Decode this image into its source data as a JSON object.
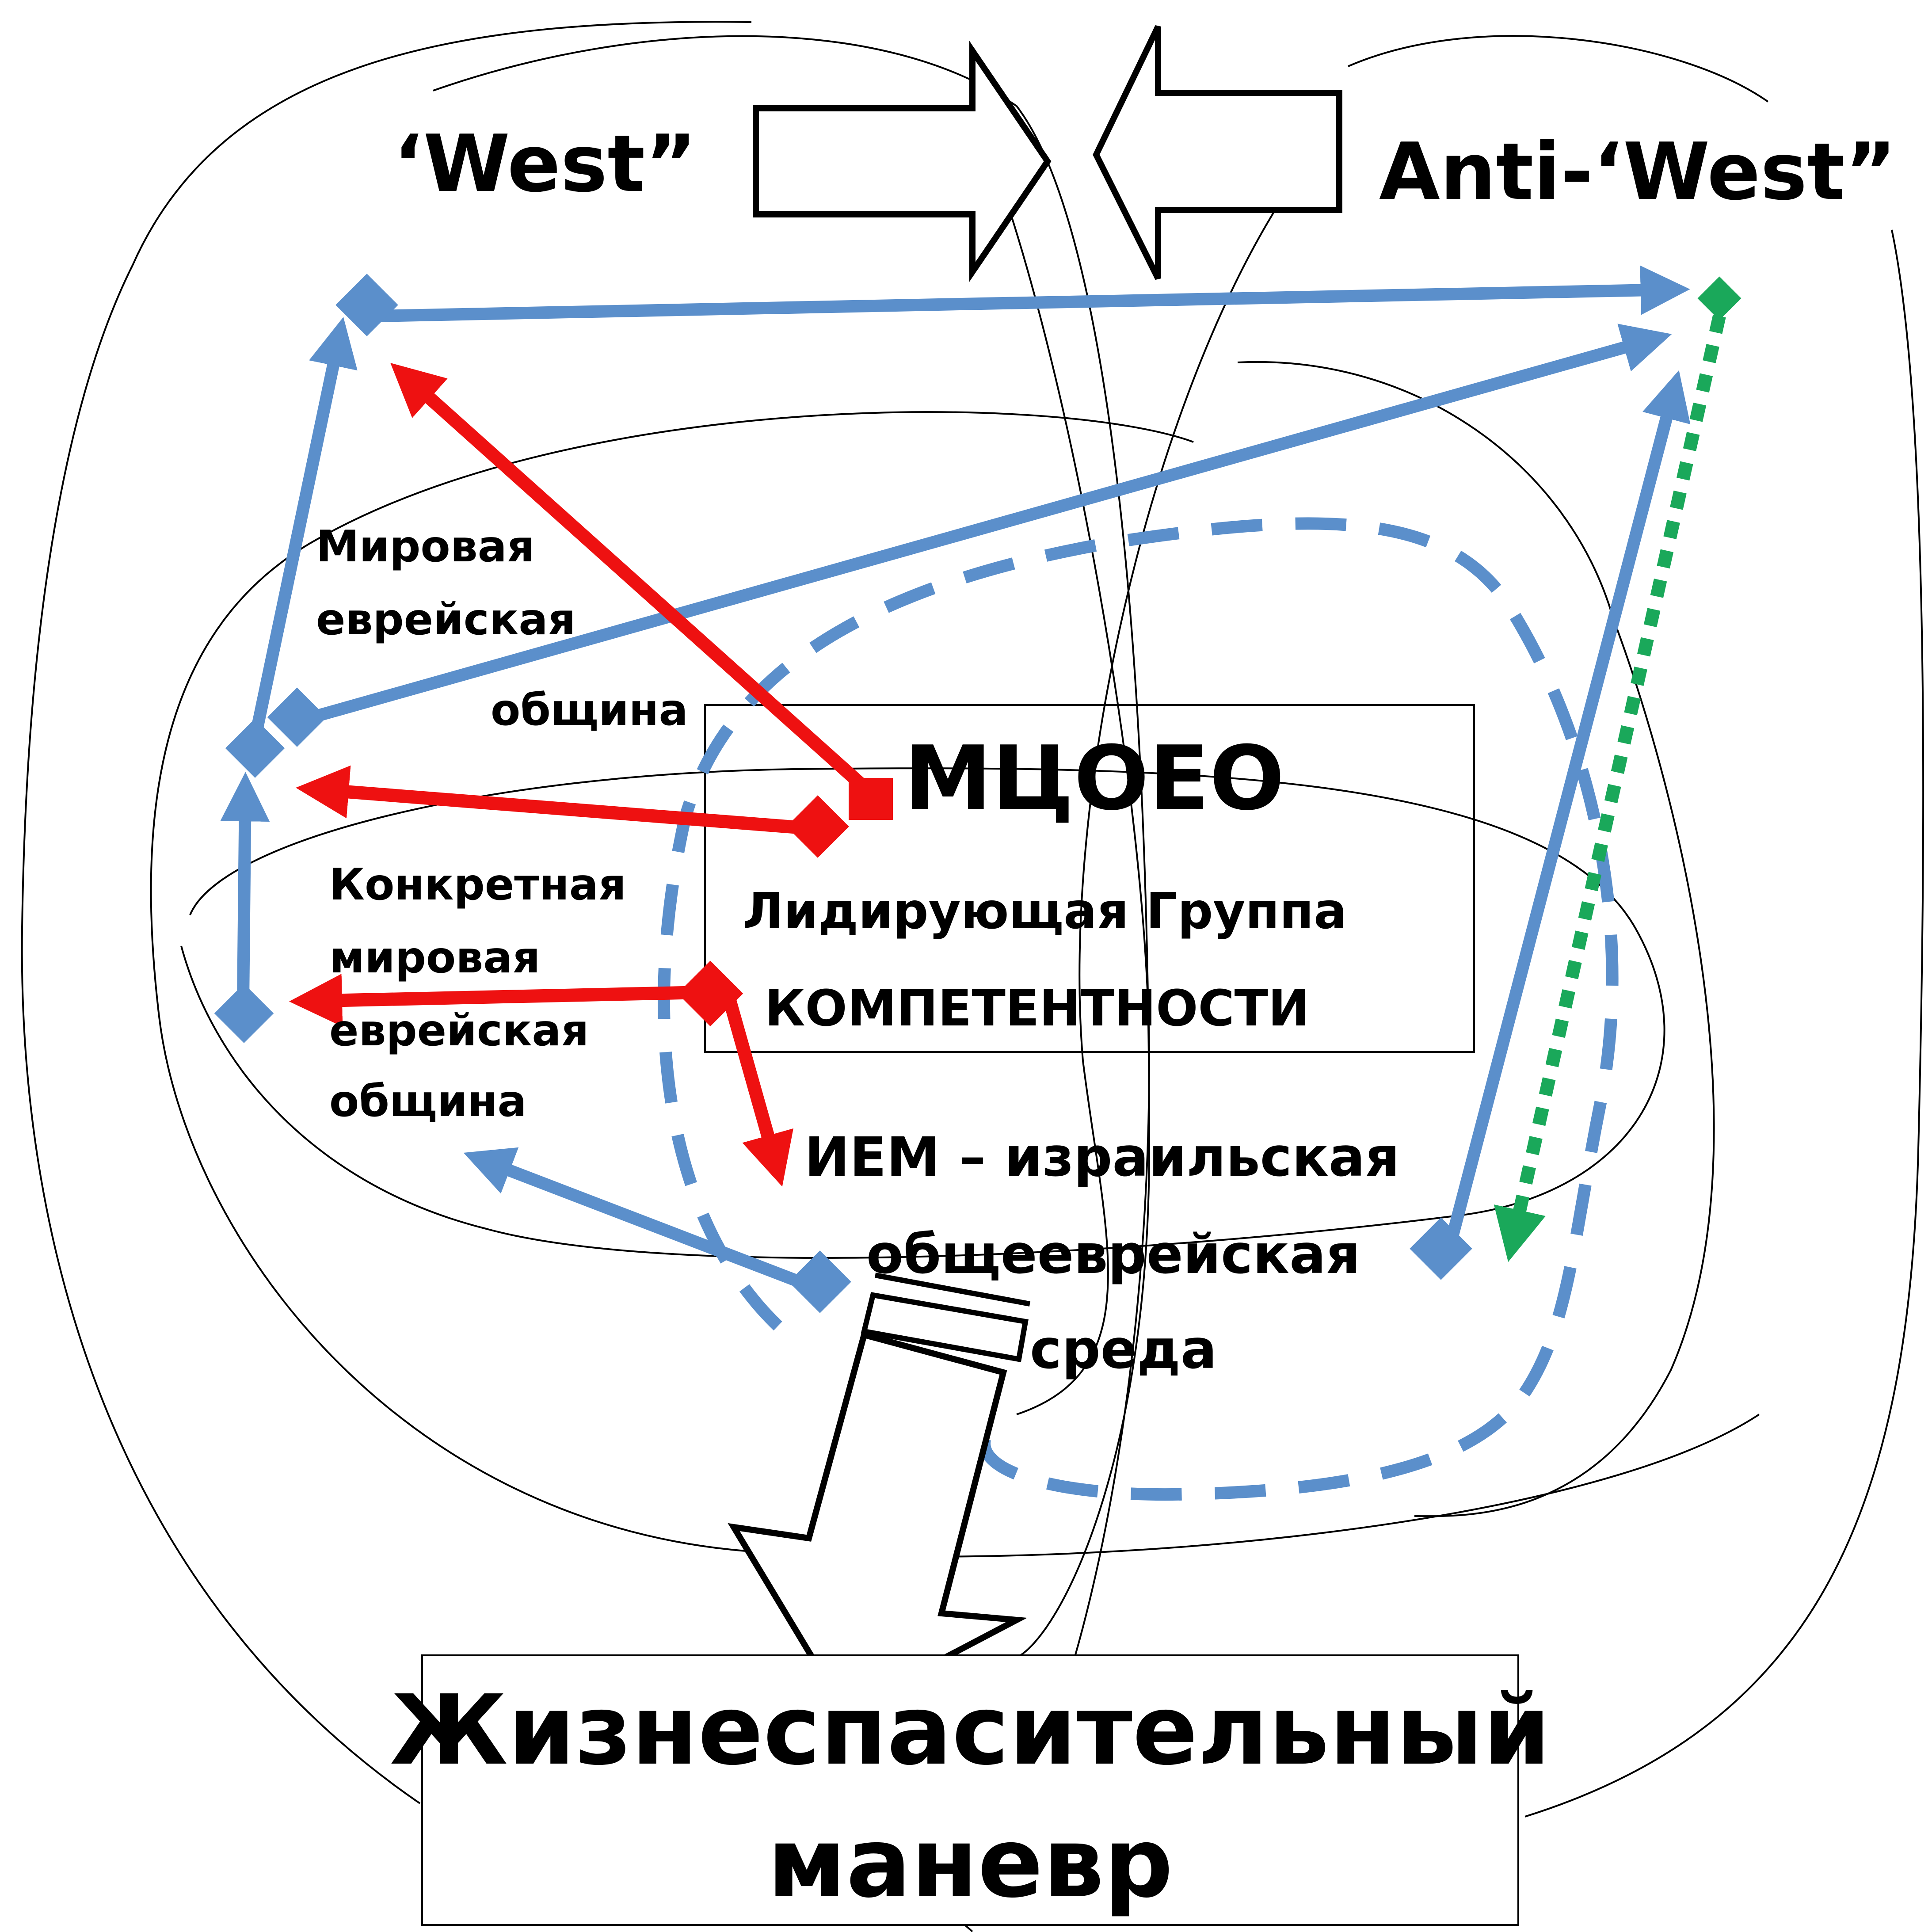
{
  "title_left": "‘West”",
  "title_right": "Anti-‘West”",
  "world_community_lines": [
    "Мировая",
    "еврейская",
    "община"
  ],
  "concrete_community_lines": [
    "Конкретная",
    "мировая",
    "еврейская",
    "община"
  ],
  "center": {
    "acronym": "МЦОЕО",
    "line1": "Лидирующая Группа",
    "line2": "КОМПЕТЕНТНОСТИ"
  },
  "iem_lines": [
    "ИЕМ – израильская",
    "общееврейская",
    "среда"
  ],
  "maneuver_lines": [
    "Жизнеспасительный",
    "маневр"
  ],
  "colors": {
    "blue": "#5b8fcb",
    "red": "#ee1111",
    "green": "#1aa85a",
    "ink": "#000000"
  }
}
